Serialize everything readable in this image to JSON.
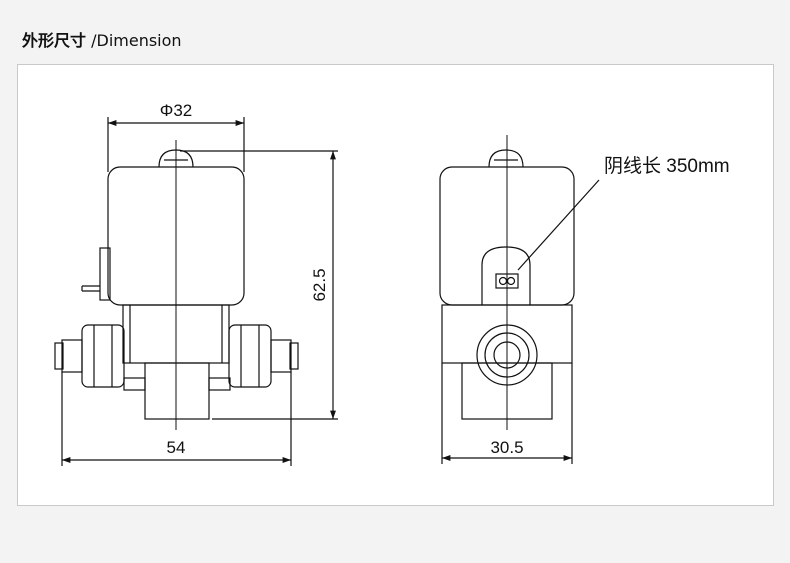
{
  "header": {
    "title_zh": "外形尺寸",
    "title_en": "/Dimension"
  },
  "dimensions": {
    "diameter": "Φ32",
    "height": "62.5",
    "width_front": "54",
    "width_side": "30.5",
    "cable_note": "阴线长 350mm"
  },
  "colors": {
    "line": "#111111",
    "background": "#f3f3f3",
    "panel": "#ffffff",
    "panel_border": "#c9c9c9"
  }
}
